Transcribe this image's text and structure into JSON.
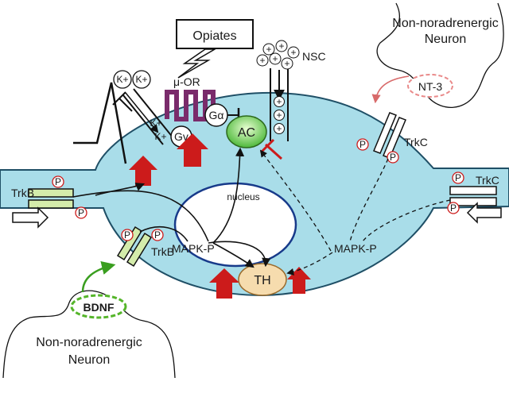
{
  "labels": {
    "opiates": "Opiates",
    "mu_or": "μ-OR",
    "nsc": "NSC",
    "non_nor_top_line1": "Non-noradrenergic",
    "non_nor_top_line2": "Neuron",
    "nt3": "NT-3",
    "trkc_right_top": "TrkC",
    "trkc_right_mid": "TrkC",
    "trkb_left": "TrkB",
    "trkb_bottom": "TrkB",
    "ac": "AC",
    "g_alpha": "Gα",
    "g_gamma": "Gγ",
    "nucleus": "nucleus",
    "mapk_left": "MAPK-P",
    "mapk_right": "MAPK-P",
    "th": "TH",
    "bdnf": "BDNF",
    "non_nor_bottom_line1": "Non-noradrenergic",
    "non_nor_bottom_line2": "Neuron"
  },
  "symbols": {
    "k_plus": "K+",
    "phospho": "P",
    "plus": "+"
  },
  "colors": {
    "cell_fill": "#a9dde9",
    "cell_stroke": "#1f4f66",
    "arrow_red": "#cc1b1b",
    "receptor_green": "#d4ecab",
    "bdnf_green": "#55b52a",
    "ac_green": "#5fc247",
    "th_fill": "#f6dcae",
    "nt3_pink": "#e98a8a",
    "mu_or_purple": "#7a2b6b"
  }
}
